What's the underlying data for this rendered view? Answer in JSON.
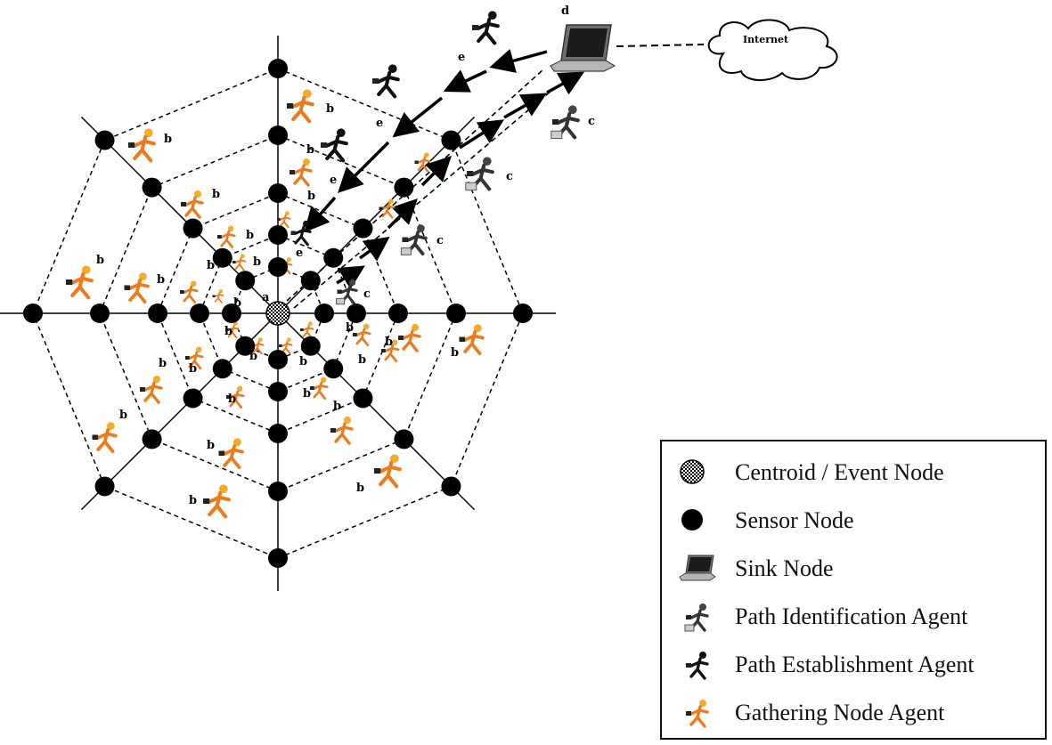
{
  "labels": {
    "centroid": "a",
    "gathering": "b",
    "identification": "c",
    "sink": "d",
    "establishment": "e"
  },
  "cloud": {
    "text": "Internet"
  },
  "legend": {
    "items": [
      {
        "icon": "centroid-icon",
        "label": "Centroid / Event Node"
      },
      {
        "icon": "sensor-node-icon",
        "label": "Sensor Node"
      },
      {
        "icon": "sink-node-laptop-icon",
        "label": "Sink Node"
      },
      {
        "icon": "path-identification-agent-icon",
        "label": "Path Identification Agent"
      },
      {
        "icon": "path-establishment-agent-icon",
        "label": "Path Establishment  Agent"
      },
      {
        "icon": "gathering-node-agent-icon",
        "label": "Gathering Node Agent"
      }
    ]
  },
  "colors": {
    "node": "#000000",
    "gathering_agent": "#f07a1a",
    "gathering_agent_head": "#f7a928",
    "identification_agent": "#333333",
    "establishment_agent": "#111111",
    "laptop_body": "#9a9a9a"
  }
}
